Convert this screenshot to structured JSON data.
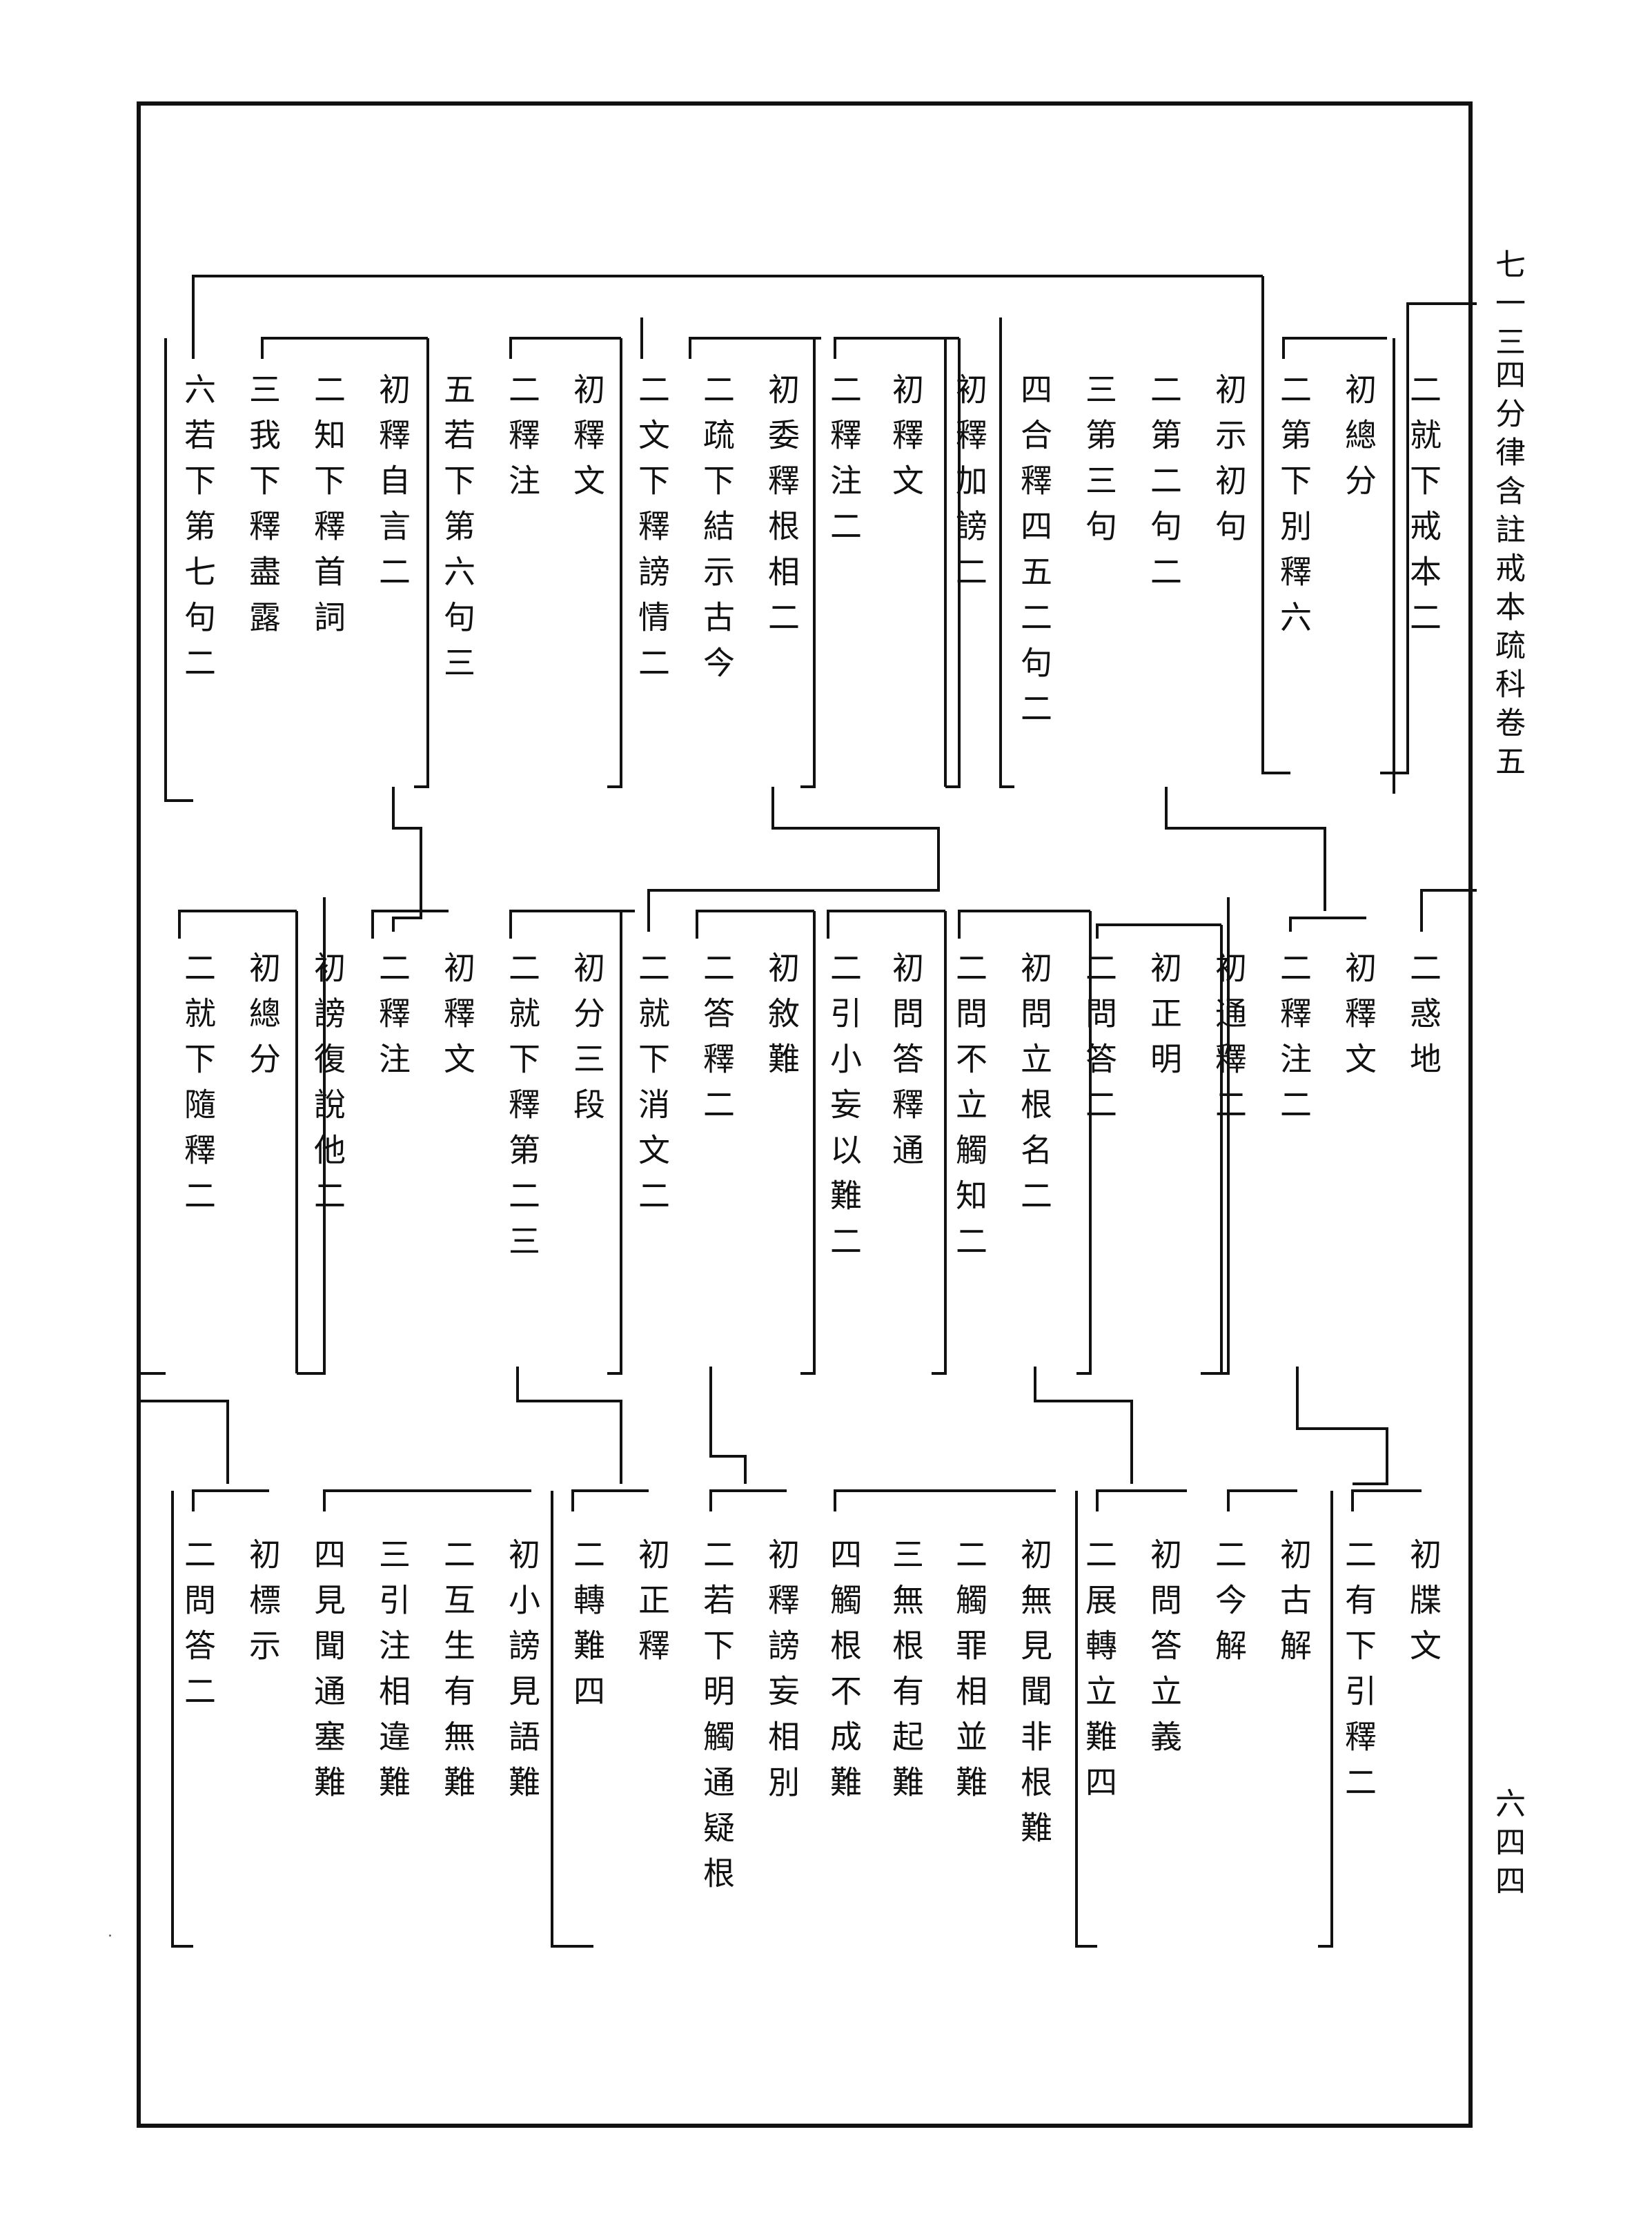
{
  "header": {
    "page_ref": "七一三",
    "title": "四分律含註戒本疏科卷五"
  },
  "footer": {
    "page_number": "六四四"
  },
  "row1": [
    "二就下戒本二",
    "初總分",
    "二第下別釋六",
    "初示初句",
    "二第二句二",
    "三第三句",
    "四合釋四五二句二",
    "初釋加謗二",
    "初釋文",
    "二釋注二",
    "初委釋根相二",
    "二疏下結示古今",
    "二文下釋謗情二",
    "初釋文",
    "二釋注",
    "五若下第六句三",
    "初釋自言二",
    "二知下釋首詞",
    "三我下釋盡露",
    "六若下第七句二"
  ],
  "row2": [
    "二惑地",
    "初釋文",
    "二釋注二",
    "初通釋二",
    "初正明",
    "二問答二",
    "初問立根名二",
    "二問不立觸知二",
    "初問答釋通",
    "二引小妄以難二",
    "初敘難",
    "二答釋二",
    "二就下消文二",
    "初分三段",
    "二就下釋第二三",
    "初釋文",
    "二釋注",
    "初謗復說他二",
    "初總分",
    "二就下隨釋二"
  ],
  "row3": [
    "初牒文",
    "二有下引釋二",
    "初古解",
    "二今解",
    "初問答立義",
    "二展轉立難四",
    "初無見聞非根難",
    "二觸罪相並難",
    "三無根有起難",
    "四觸根不成難",
    "初釋謗妄相別",
    "二若下明觸通疑根",
    "初正釋",
    "二轉難四",
    "初小謗見語難",
    "二互生有無難",
    "三引注相違難",
    "四見聞通塞難",
    "初標示",
    "二問答二"
  ]
}
